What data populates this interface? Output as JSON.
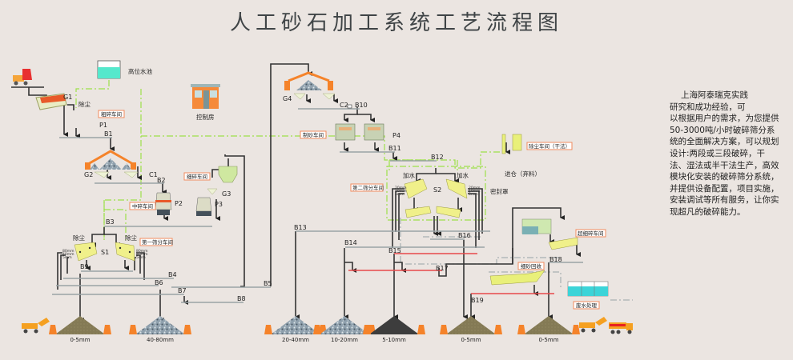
{
  "title": "人工砂石加工系统工艺流程图",
  "intro": {
    "lines": [
      "上海阿泰瑞克实践",
      "研究和成功经验，可",
      "以根据用户的需求，为您提供",
      "50-3000吨/小时破碎筛分系",
      "统的全面解决方案，可以规划",
      "设计:两段或三段破碎，干",
      "法、湿法或半干法生产，高效",
      "模块化安装的破碎筛分系统，",
      "并提供设备配置，项目实施，",
      "安装调试等所有服务，让你实",
      "现超凡的破碎能力。"
    ]
  },
  "facilities": {
    "water_tank": "高位水池",
    "control_room": "控制房",
    "dust_left": "除尘",
    "dust_s1_left": "除尘",
    "dust_s1_right": "除尘",
    "add_water_left": "加水",
    "add_water_right": "加水",
    "sealed_cover": "密封罩",
    "feed_bin": "进仓（弃料）"
  },
  "workshops": {
    "coarse": "粗碎车间",
    "medium": "中碎车间",
    "fine": "细碎车间",
    "screen1": "第一筛分车间",
    "sand_making": "制砂车间",
    "screen2": "第二筛分车间",
    "dust_dry": "除尘车间（干法）",
    "ultrafine": "超细碎车间",
    "fine_sand_recovery": "细砂回收",
    "wastewater": "废水处理"
  },
  "codes": {
    "G1": "G1",
    "G2": "G2",
    "G3": "G3",
    "G4": "G4",
    "P1": "P1",
    "P2": "P2",
    "P3": "P3",
    "P4": "P4",
    "S1": "S1",
    "S2": "S2",
    "C1": "C1",
    "C2": "C2",
    "B1": "B1",
    "B2": "B2",
    "B3": "B3",
    "B4": "B4",
    "B5": "B5",
    "B6": "B6",
    "B7": "B7",
    "B8": "B8",
    "B9": "B9",
    "B10": "B10",
    "B11": "B11",
    "B12": "B12",
    "B13": "B13",
    "B14": "B14",
    "B15": "B15",
    "B16": "B16",
    "B17": "B17",
    "B18": "B18",
    "B19": "B19"
  },
  "screen_sizes": {
    "s1": [
      "80mm",
      "40mm",
      "5mm"
    ],
    "s2": [
      "20mm",
      "10mm",
      "5mm"
    ]
  },
  "products": [
    {
      "label": "0-5mm",
      "type": "sand"
    },
    {
      "label": "40-80mm",
      "type": "gravel"
    },
    {
      "label": "20-40mm",
      "type": "gravel"
    },
    {
      "label": "10-20mm",
      "type": "gravel"
    },
    {
      "label": "5-10mm",
      "type": "dark"
    },
    {
      "label": "0-5mm",
      "type": "sand"
    },
    {
      "label": "0-5mm",
      "type": "sand"
    }
  ],
  "colors": {
    "accent_orange": "#f5832a",
    "water_line": "#9de04a",
    "conveyor": "#9aa3a6",
    "red_line": "#e84a4a",
    "tag_border": "#f08a5d",
    "machine_yellow": "#f0f08a"
  }
}
